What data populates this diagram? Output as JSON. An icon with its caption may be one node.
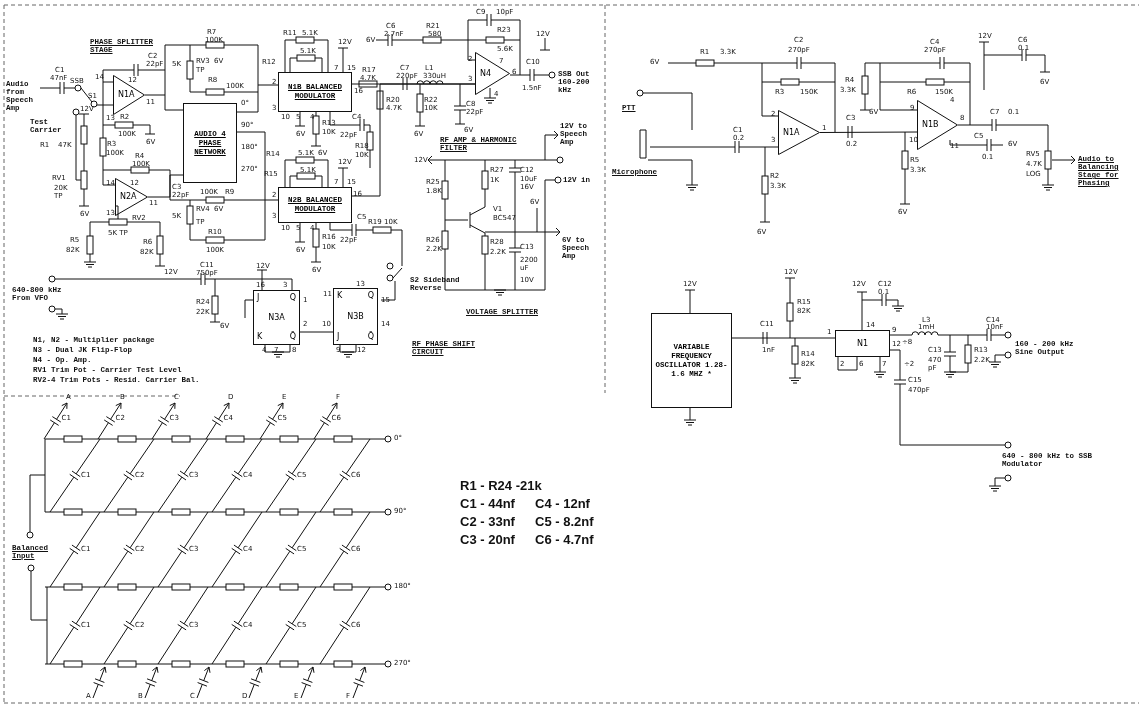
{
  "diagram": {
    "nodes": [
      {
        "text": [
          "N1A"
        ]
      },
      {
        "text": [
          "AUDIO 4 PHASE NETWORK"
        ]
      },
      {
        "text": [
          "N1B BALANCED MODULATOR"
        ]
      },
      {
        "text": [
          "N2A"
        ]
      },
      {
        "text": [
          "N2B BALANCED MODULATOR"
        ]
      },
      {
        "text": [
          "N4"
        ]
      },
      {
        "text": [
          "J",
          "Q",
          "N3A",
          "K",
          "Q̄"
        ]
      },
      {
        "text": [
          "K",
          "Q",
          "N3B",
          "J",
          "Q̄"
        ]
      },
      {
        "text": [
          "N1A"
        ]
      },
      {
        "text": [
          "N1B"
        ]
      },
      {
        "text": [
          "VARIABLE FREQUENCY OSCILLATOR 1.28-1.6 MHZ *"
        ]
      },
      {
        "text": [
          "N1"
        ]
      }
    ],
    "edges": [
      {
        "from": 0,
        "to": 1,
        "arrow": "none"
      },
      {
        "from": 3,
        "to": 1,
        "arrow": "none"
      },
      {
        "from": 1,
        "to": 2,
        "arrow": "none"
      },
      {
        "from": 1,
        "to": 4,
        "arrow": "none"
      },
      {
        "from": 2,
        "to": 5,
        "arrow": "none"
      },
      {
        "from": 6,
        "to": 7,
        "arrow": "none"
      },
      {
        "from": 8,
        "to": 9,
        "arrow": "none"
      },
      {
        "from": 10,
        "to": 11,
        "arrow": "none"
      },
      {
        "from": 4,
        "to": 5,
        "arrow": "none"
      }
    ],
    "labels": [
      "PHASE SPLITTER STAGE",
      "C1",
      "47nF",
      "Audio from Speech Amp",
      "SSB",
      "S1",
      "Test Carrier",
      "R1",
      "47K",
      "12V",
      "RV1",
      "20K TP",
      "6V",
      "R5",
      "82K",
      "R3",
      "100K",
      "C2",
      "22pF",
      "R2",
      "100K",
      "6V",
      "R4",
      "100K",
      "C3",
      "22pF",
      "RV2",
      "5K TP",
      "R6",
      "82K",
      "12V",
      "R7",
      "100K",
      "5K",
      "RV3",
      "6V",
      "TP",
      "R8",
      "100K",
      "0°",
      "90°",
      "180°",
      "270°",
      "100K",
      "R9",
      "5K",
      "RV4",
      "6V",
      "TP",
      "R10",
      "100K",
      "C11",
      "750pF",
      "12V",
      "640-800 kHz From VFO",
      "R24",
      "22K",
      "6V",
      "N1, N2 - Multiplier package",
      "N3 - Dual JK Flip-Flop",
      "N4 - Op. Amp.",
      "RV1 Trim Pot - Carrier Test Level",
      "RV2-4 Trim Pots - Resid. Carrier Bal.",
      "R11",
      "5.1K",
      "R12",
      "12V",
      "5.1K",
      "6V",
      "R13",
      "10K",
      "C4",
      "22pF",
      "R14",
      "5.1K",
      "6V",
      "R18",
      "10K",
      "R15",
      "12V",
      "5.1K",
      "6V",
      "R16",
      "10K",
      "6V",
      "C5",
      "22pF",
      "R19",
      "10K",
      "S2 Sideband Reverse",
      "RF PHASE SHIFT CIRCUIT",
      "C6",
      "2.7nF",
      "6V",
      "R21",
      "580",
      "C9",
      "10pF",
      "R23",
      "5.6K",
      "R17",
      "4.7K",
      "C7",
      "220pF",
      "L1",
      "330uH",
      "12V",
      "C10",
      "1.5nF",
      "SSB Out 160-200 kHz",
      "R20",
      "4.7K",
      "R22",
      "10K",
      "6V",
      "C8",
      "22pF",
      "6V",
      "RF AMP & HARMONIC FILTER",
      "12V to Speech Amp",
      "12V",
      "12V in",
      "R25",
      "1.8K",
      "R27",
      "1K",
      "C12",
      "10uF 16V",
      "6V",
      "V1",
      "BC547",
      "R26",
      "2.2K",
      "R28",
      "2.2K",
      "C13",
      "2200 uF",
      "10V",
      "6V to Speech Amp",
      "VOLTAGE SPLITTER",
      "6V",
      "R1",
      "3.3K",
      "C2",
      "270pF",
      "R3",
      "150K",
      "PTT",
      "Microphone",
      "C1",
      "0.2",
      "R2",
      "3.3K",
      "6V",
      "C3",
      "0.2",
      "R4",
      "3.3K",
      "6V",
      "C4",
      "270pF",
      "R6",
      "150K",
      "R5",
      "3.3K",
      "6V",
      "12V",
      "C6",
      "0.1",
      "6V",
      "C7",
      "0.1",
      "C5",
      "0.1",
      "6V",
      "RV5",
      "4.7K",
      "LOG",
      "Audio to Balancing Stage for Phasing",
      "12V",
      "C11",
      "1nF",
      "12V",
      "R15",
      "82K",
      "R14",
      "82K",
      "12V",
      "C12",
      "0.1",
      "L3",
      "1mH",
      "÷8",
      "÷2",
      "C13",
      "470 pF",
      "R13",
      "2.2K",
      "C14",
      "10nF",
      "160 - 200 kHz Sine Output",
      "C15",
      "470pF",
      "640 - 800 kHz to SSB Modulator",
      "R1 - R24 -21k",
      "C1 - 44nf",
      "C4 - 12nf",
      "C2 - 33nf",
      "C5 - 8.2nf",
      "C3 - 20nf",
      "C6 - 4.7nf",
      "A",
      "B",
      "C",
      "D",
      "E",
      "F",
      "C1",
      "C2",
      "C3",
      "C4",
      "C5",
      "C6",
      "0°",
      "C1",
      "C2",
      "C3",
      "C4",
      "C5",
      "C6",
      "90°",
      "C1",
      "C2",
      "C3",
      "C4",
      "C5",
      "C6",
      "180°",
      "C1",
      "C2",
      "C3",
      "C4",
      "C5",
      "C6",
      "270°",
      "A",
      "B",
      "C",
      "D",
      "E",
      "F",
      "Balanced Input",
      "14",
      "12",
      "13",
      "11",
      "14",
      "12",
      "13",
      "11",
      "2",
      "3",
      "10",
      "5",
      "4",
      "7",
      "15",
      "16",
      "2",
      "3",
      "10",
      "5",
      "4",
      "7",
      "15",
      "16",
      "2",
      "3",
      "7",
      "4",
      "6",
      "16",
      "3",
      "4",
      "7",
      "8",
      "1",
      "2",
      "13",
      "11",
      "10",
      "9",
      "12",
      "15",
      "14",
      "2",
      "3",
      "1",
      "9",
      "10",
      "4",
      "8",
      "11",
      "14",
      "1",
      "9",
      "12",
      "2",
      "6",
      "7"
    ]
  }
}
